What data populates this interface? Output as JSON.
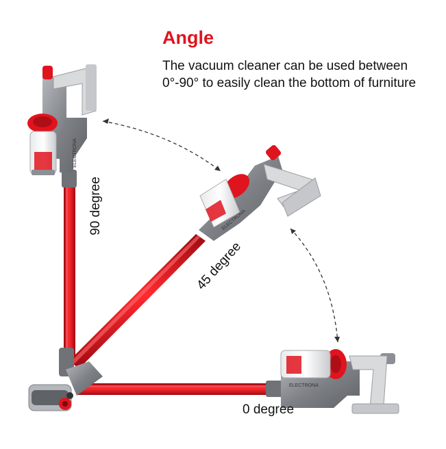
{
  "heading": "Angle",
  "description": {
    "line1": "The vacuum cleaner can be used between",
    "line2": "0°-90° to easily clean the bottom of furniture"
  },
  "angle_labels": {
    "deg90": "90 degree",
    "deg45": "45 degree",
    "deg0": "0 degree"
  },
  "brand_marking": "ELECTRONA",
  "colors": {
    "accent_red": "#e0141e",
    "tube_red": "#d8121b",
    "body_grey": "#8c8f94",
    "handle_light": "#d9dadc"
  }
}
